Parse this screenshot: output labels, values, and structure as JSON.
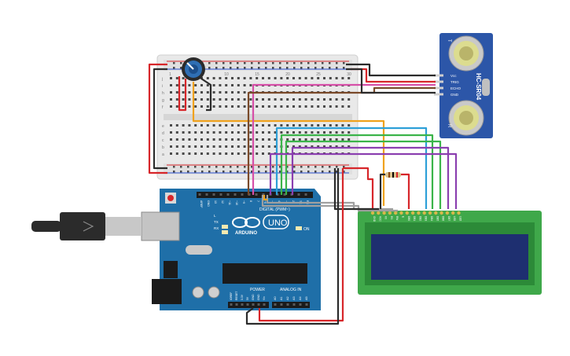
{
  "colors": {
    "board": "#1f6fa8",
    "board_dark": "#155a8c",
    "breadboard": "#e9e9e9",
    "lcd_pcb": "#3fa84a",
    "lcd_screen": "#1e2f70",
    "sensor_pcb": "#2c56a8",
    "wire_red": "#d7262a",
    "wire_black": "#2b2b2b",
    "wire_orange": "#f0a21e",
    "wire_blue": "#2ea0d8",
    "wire_green": "#3bb44a",
    "wire_purple": "#8b3fb0",
    "wire_pink": "#d64fa8",
    "wire_brown": "#7a4a2a",
    "wire_grey": "#a0a0a0"
  },
  "arduino": {
    "brand": "ARDUINO",
    "model": "UNO",
    "on_label": "ON",
    "digital_label": "DIGITAL (PWM~)",
    "power_label": "POWER",
    "analog_label": "ANALOG IN",
    "pin_labels_top": [
      "AREF",
      "GND",
      "13",
      "12",
      "~11",
      "~10",
      "~9",
      "8",
      "7",
      "~6",
      "~5",
      "4",
      "~3",
      "2",
      "TX 1",
      "RX 0"
    ],
    "pin_labels_power": [
      "IOREF",
      "RESET",
      "3.3V",
      "5V",
      "GND",
      "GND",
      "Vin"
    ],
    "pin_labels_analog": [
      "A0",
      "A1",
      "A2",
      "A3",
      "A4",
      "A5"
    ],
    "led_labels": [
      "L",
      "TX",
      "RX"
    ]
  },
  "sensor": {
    "name": "HC-SR04",
    "pins": [
      "Vcc",
      "TRIG",
      "ECHO",
      "GND"
    ],
    "side_marks": [
      "T",
      "R"
    ]
  },
  "breadboard": {
    "row_letters_top": [
      "j",
      "i",
      "h",
      "g",
      "f"
    ],
    "row_letters_bottom": [
      "e",
      "d",
      "c",
      "b",
      "a"
    ],
    "column_numbers": [
      "1",
      "5",
      "10",
      "15",
      "20",
      "25",
      "30"
    ]
  },
  "lcd": {
    "pin_labels": [
      "GND",
      "VCC",
      "V0",
      "RS",
      "RW",
      "E",
      "DB0",
      "DB1",
      "DB2",
      "DB3",
      "DB4",
      "DB5",
      "DB6",
      "DB7",
      "LED",
      "LED"
    ]
  }
}
